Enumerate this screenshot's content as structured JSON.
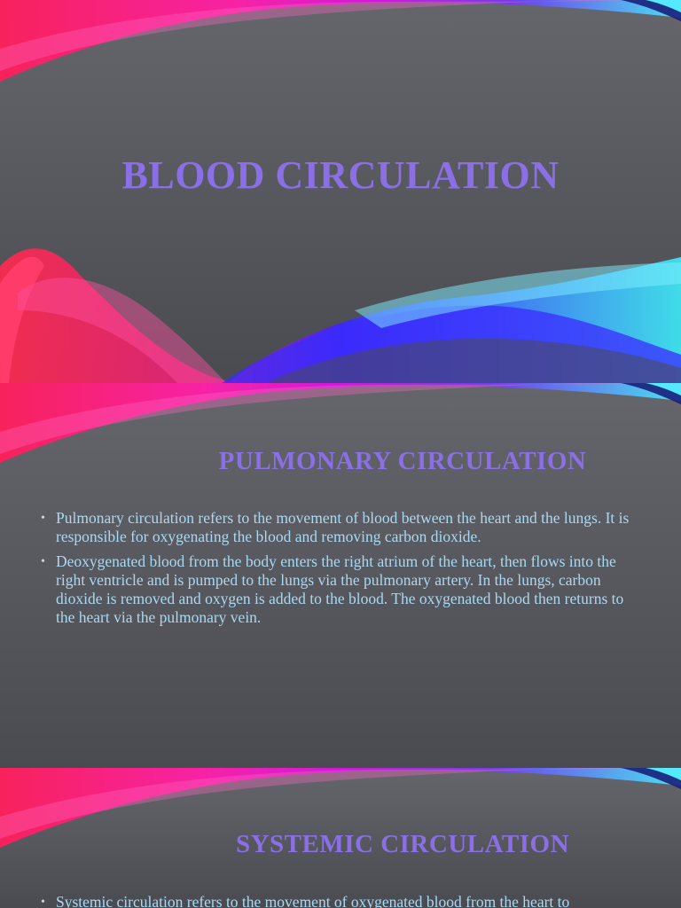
{
  "slides": [
    {
      "title": "BLOOD CIRCULATION"
    },
    {
      "title": "PULMONARY CIRCULATION",
      "bullets": [
        "Pulmonary circulation refers to the movement of blood between the heart and the lungs. It is responsible for oxygenating the blood and removing carbon dioxide.",
        "Deoxygenated blood from the body enters the right atrium of the heart, then flows into the right ventricle and is pumped to the lungs via the pulmonary artery. In the lungs, carbon dioxide is removed and oxygen is added to the blood. The oxygenated blood then returns to the heart via the pulmonary vein."
      ]
    },
    {
      "title": "SYSTEMIC CIRCULATION",
      "bullets": [
        "Systemic circulation refers to the movement of oxygenated blood from the heart to"
      ]
    }
  ],
  "colors": {
    "title": "#8a6fe6",
    "body_text": "#a9d9f2",
    "background": "#5b5c62",
    "ribbon_pink": "#ff1f8a",
    "ribbon_magenta": "#e016d6",
    "ribbon_blue": "#3b2bff",
    "ribbon_cyan": "#3ee3f5"
  }
}
